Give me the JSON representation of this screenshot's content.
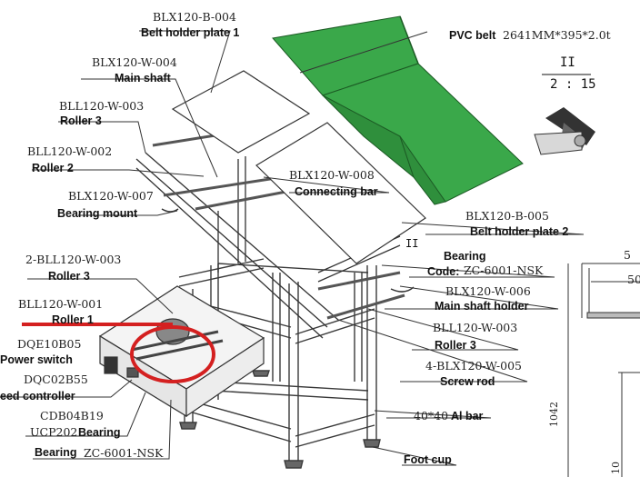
{
  "parts": {
    "belt_holder_plate_1": {
      "code": "BLX120-B-004",
      "name": "Belt holder plate 1"
    },
    "pvc_belt": {
      "name": "PVC belt",
      "spec": "2641MM*395*2.0t"
    },
    "main_shaft": {
      "code": "BLX120-W-004",
      "name": "Main shaft"
    },
    "roller_3_top": {
      "code": "BLL120-W-003",
      "name": "Roller 3"
    },
    "roller_2": {
      "code": "BLL120-W-002",
      "name": "Roller 2"
    },
    "connecting_bar": {
      "code": "BLX120-W-008",
      "name": "Connecting bar"
    },
    "bearing_mount": {
      "code": "BLX120-W-007",
      "name": "Bearing mount"
    },
    "belt_holder_plate_2": {
      "code": "BLX120-B-005",
      "name": "Belt holder plate 2"
    },
    "roller_3_lower": {
      "code": "2-BLL120-W-003",
      "name": "Roller 3"
    },
    "bearing_right": {
      "name": "Bearing",
      "code_prefix": "Code:",
      "code": "ZC-6001-NSK"
    },
    "main_shaft_holder": {
      "code": "BLX120-W-006",
      "name": "Main shaft holder"
    },
    "roller_1": {
      "code": "BLL120-W-001",
      "name": "Roller 1"
    },
    "roller_3_right": {
      "code": "BLL120-W-003",
      "name": "Roller 3"
    },
    "power_switch": {
      "code": "DQE10B05",
      "name": "Power switch"
    },
    "screw_rod": {
      "code": "4-BLX120-W-005",
      "name": "Screw rod"
    },
    "speed_controller": {
      "code": "DQC02B55",
      "name": "eed controller"
    },
    "bearing_left": {
      "code": "CDB04B19",
      "name_prefix": "UCP202",
      "name": "Bearing"
    },
    "al_bar": {
      "spec": "40*40",
      "name": "Al bar"
    },
    "bearing_bottom": {
      "name": "Bearing",
      "code": "ZC-6001-NSK"
    },
    "foot_cup": {
      "name": "Foot cup"
    }
  },
  "detail": {
    "mark": "II",
    "scale": "2 : 15",
    "mark_small": "II"
  },
  "dimensions": {
    "d1": "5",
    "d2": "50",
    "d3": "1042",
    "d4": "10"
  },
  "colors": {
    "belt": "#3aa84a",
    "belt_dark": "#2f8f3c",
    "highlight": "#d42020",
    "frame": "#5a5a5a"
  }
}
